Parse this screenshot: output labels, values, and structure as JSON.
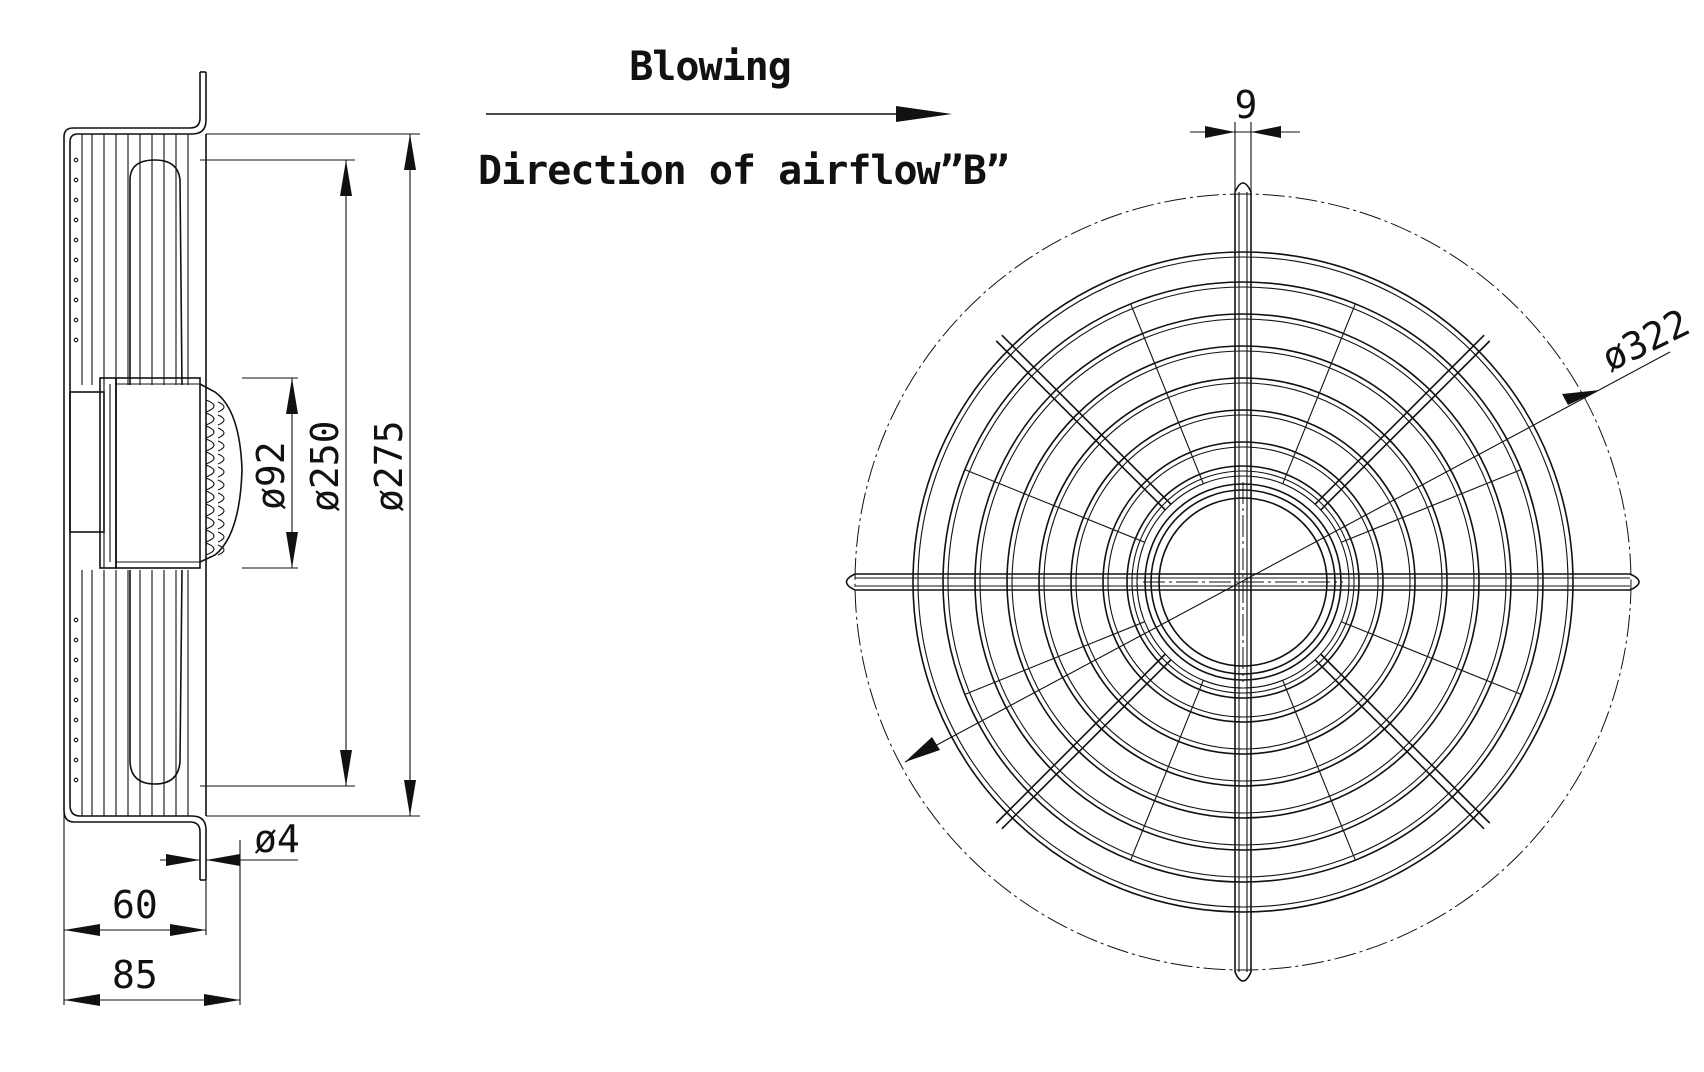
{
  "airflow": {
    "mode_label": "Blowing",
    "direction_label": "Direction of airflow”B”"
  },
  "side_view": {
    "dims": {
      "hub_diameter": "ø92",
      "blade_diameter": "ø250",
      "housing_diameter": "ø275",
      "wire_diameter": "ø4",
      "depth_inner": "60",
      "depth_total": "85"
    }
  },
  "front_view": {
    "dims": {
      "slot_width": "9",
      "guard_diameter": "ø322"
    }
  }
}
